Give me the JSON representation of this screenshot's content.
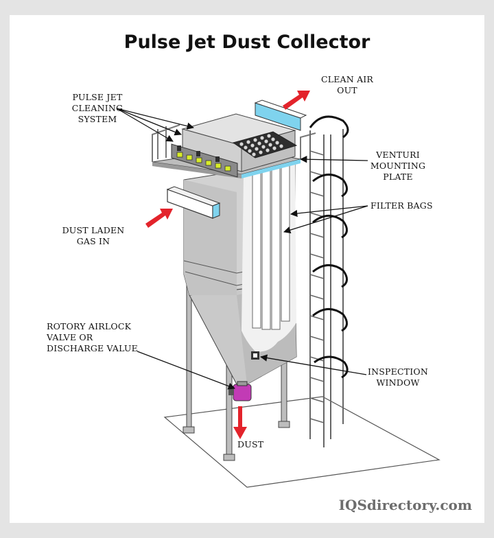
{
  "title": "Pulse Jet Dust Collector",
  "labels": {
    "pulse_jet": [
      "PULSE JET",
      "CLEANING",
      "SYSTEM"
    ],
    "clean_air": [
      "CLEAN AIR",
      "OUT"
    ],
    "venturi": [
      "VENTURI",
      "MOUNTING",
      "PLATE"
    ],
    "filter_bags": [
      "FILTER BAGS"
    ],
    "dust_laden": [
      "DUST  LADEN",
      "GAS IN"
    ],
    "airlock": [
      "ROTORY  AIRLOCK",
      "VALVE OR",
      "DISCHARGE VALUE"
    ],
    "inspection": [
      "INSPECTION",
      "WINDOW"
    ],
    "dust": [
      "DUST"
    ]
  },
  "watermark": "IQSdirectory.com",
  "colors": {
    "arrow": "#e3232b",
    "accent_blue": "#7fd3ee",
    "valve": "#c23bb5",
    "nozzle": "#d8ec2a",
    "dark_panel": "#2e2e2e",
    "body": "#cfcfcf",
    "body_shade": "#b8b8b8"
  }
}
